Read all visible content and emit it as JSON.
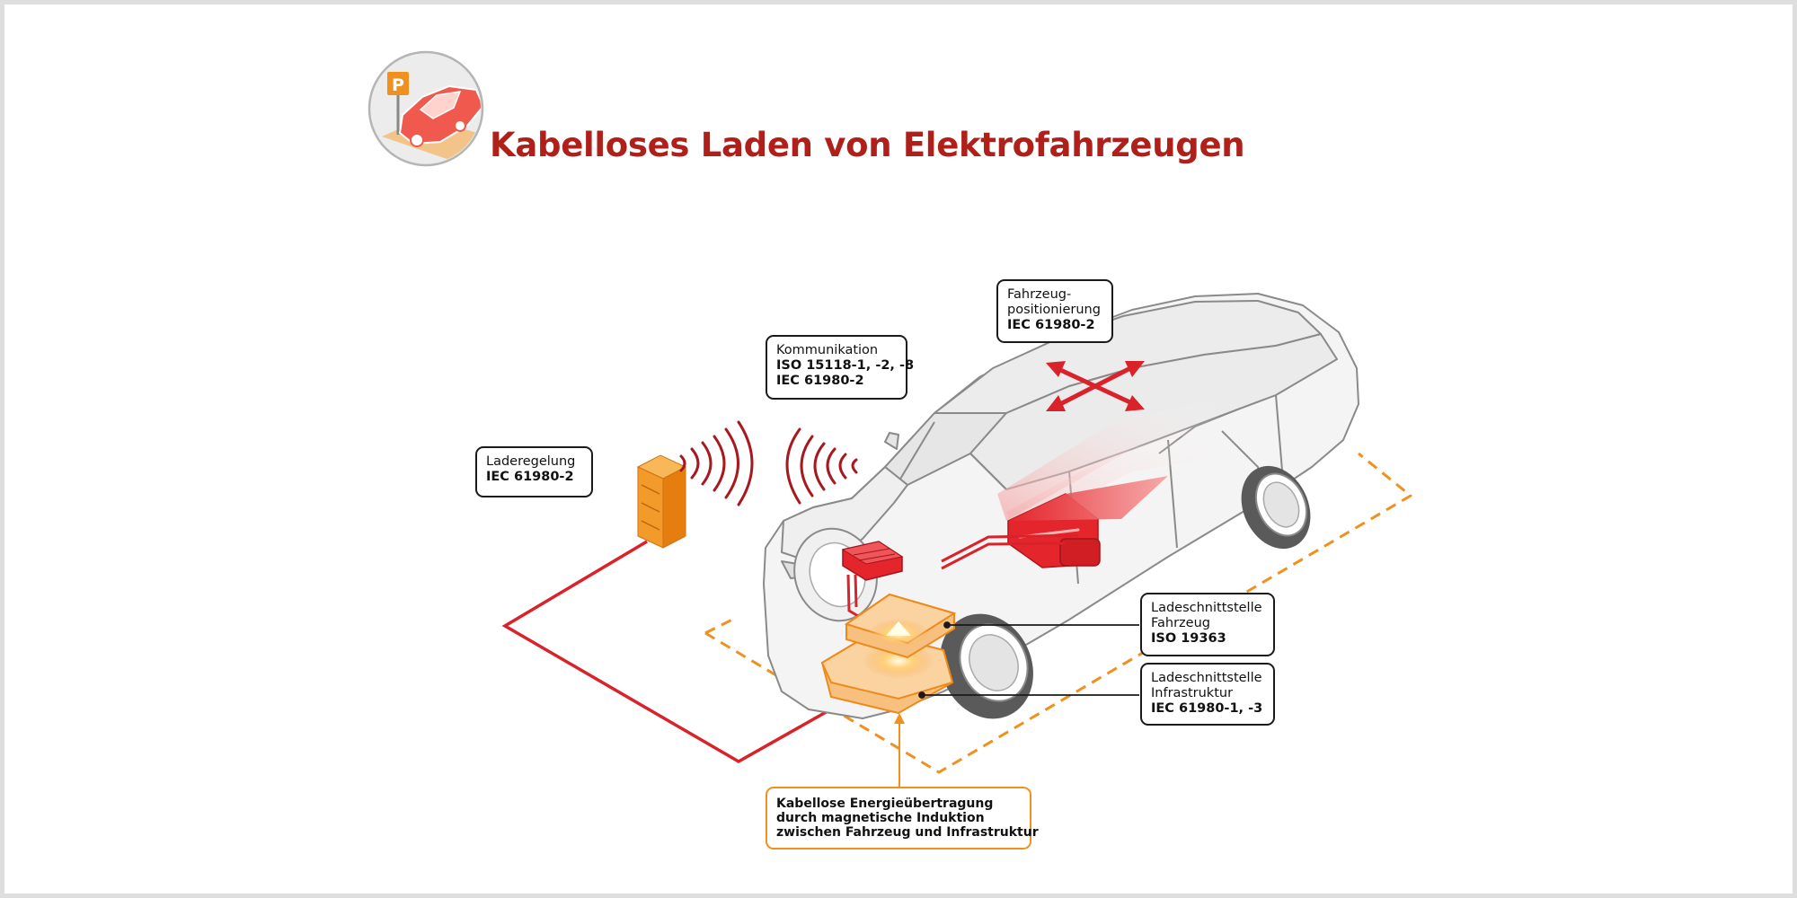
{
  "title": "Kabelloses Laden von Elektrofahrzeugen",
  "labels": {
    "laderegelung": {
      "lines": [
        "Laderegelung"
      ],
      "bold": [
        "IEC 61980-2"
      ]
    },
    "kommunikation": {
      "lines": [
        "Kommunikation"
      ],
      "bold": [
        "ISO 15118-1, -2, -8",
        "IEC 61980-2"
      ]
    },
    "positionierung": {
      "lines": [
        "Fahrzeug-",
        "positionierung"
      ],
      "bold": [
        "IEC 61980-2"
      ]
    },
    "schnittstelle_fahrzeug": {
      "lines": [
        "Ladeschnittstelle",
        "Fahrzeug"
      ],
      "bold": [
        "ISO 19363"
      ]
    },
    "schnittstelle_infrastruktur": {
      "lines": [
        "Ladeschnittstelle",
        "Infrastruktur"
      ],
      "bold": [
        "IEC 61980-1, -3"
      ]
    },
    "energieuebertragung": {
      "lines": [],
      "bold": [
        "Kabellose Energieübertragung",
        "durch magnetische Induktion",
        "zwischen Fahrzeug und Infrastruktur"
      ]
    }
  },
  "colors": {
    "title": "#b0201a",
    "cable": "#d9222a",
    "signal": "#a8191f",
    "orange": "#f0901e",
    "car_outline": "#8a8a8a"
  }
}
